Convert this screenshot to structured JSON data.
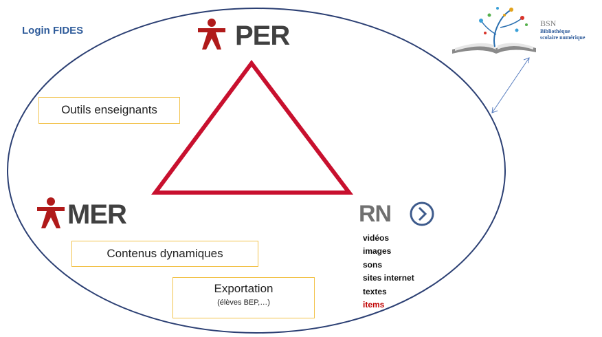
{
  "login_label": "Login FIDES",
  "nodes": {
    "per": "PER",
    "mer": "MER",
    "rn": "RN"
  },
  "boxes": {
    "outils": "Outils enseignants",
    "contenus": "Contenus dynamiques",
    "exportation": "Exportation",
    "exportation_sub": "(élèves BEP,…)"
  },
  "rn_items": [
    "vidéos",
    "images",
    "sons",
    "sites internet",
    "textes",
    "items"
  ],
  "bsn": {
    "title": "BSN",
    "subtitle_line1": "Bibliothèque",
    "subtitle_line2": "scolaire numérique"
  },
  "colors": {
    "ellipse": "#2b3f73",
    "triangle": "#c8102e",
    "figure": "#b01a1a",
    "box_border": "#f2c24a",
    "link_arrow": "#5a7fc0",
    "items_red": "#c00000"
  },
  "icons": {
    "person": "person-figure-icon",
    "chevron": "chevron-right-circle-icon",
    "bsn_logo": "open-book-tree-icon"
  }
}
